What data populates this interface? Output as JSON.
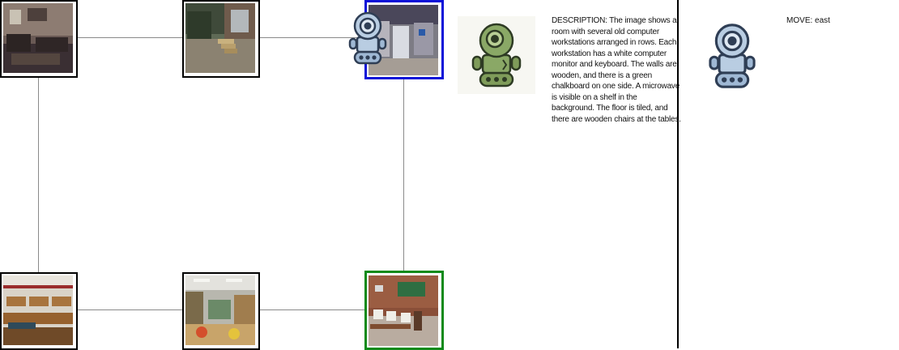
{
  "map": {
    "nodes": [
      {
        "id": "n1",
        "scene": "living room with couches"
      },
      {
        "id": "n2",
        "scene": "backyard with wooden steps"
      },
      {
        "id": "n3",
        "scene": "office with machines",
        "state": "current"
      },
      {
        "id": "n4",
        "scene": "classroom with wooden desks"
      },
      {
        "id": "n5",
        "scene": "kindergarten classroom"
      },
      {
        "id": "n6",
        "scene": "computer lab with chalkboard",
        "state": "target"
      }
    ],
    "current_border_color": "#0a10d8",
    "target_border_color": "#0e8a1a"
  },
  "agent": {
    "robot_icon": "blue-robot-icon",
    "observer_icon": "green-robot-icon"
  },
  "description": {
    "text": "DESCRIPTION: The image shows a room with several old computer workstations arranged in rows. Each workstation has a white computer monitor and keyboard. The walls are wooden, and there is a green chalkboard on one side. A microwave is visible on a shelf in the background. The floor is tiled, and there are wooden chairs at the tables."
  },
  "move": {
    "label": "MOVE: east"
  }
}
